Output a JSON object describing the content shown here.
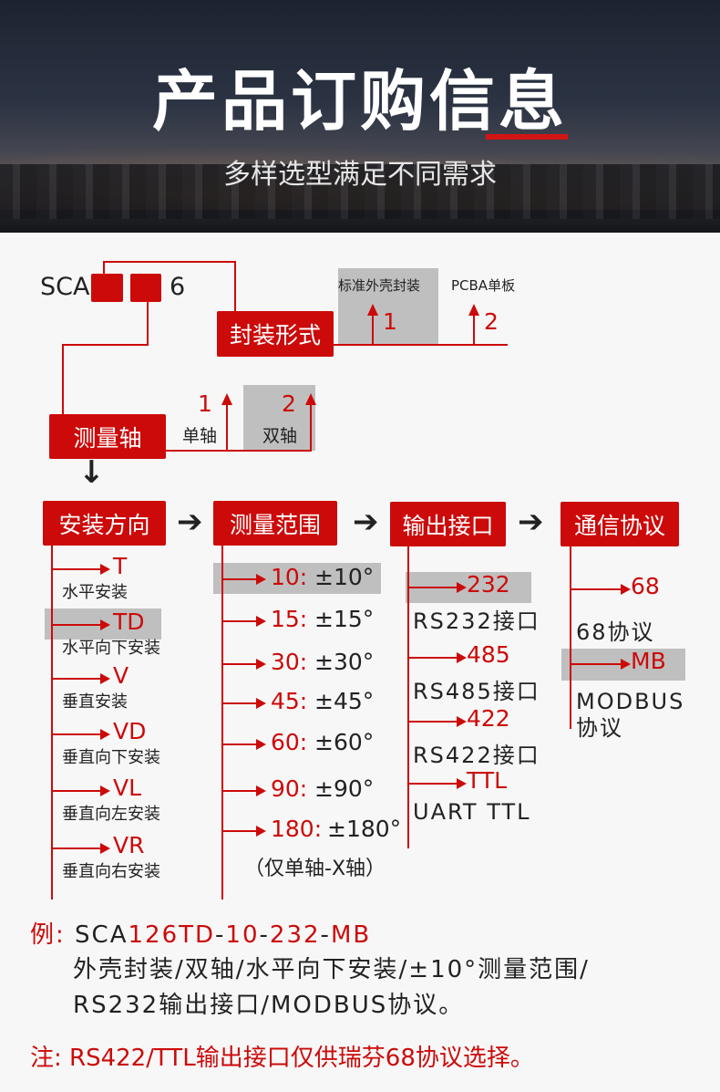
{
  "header": {
    "title": "产品订购信息",
    "subtitle": "多样选型满足不同需求"
  },
  "model": {
    "prefix": "SCA",
    "suffix": "6"
  },
  "package": {
    "label": "封装形式",
    "options": [
      {
        "code": "1",
        "desc": "标准外壳封装"
      },
      {
        "code": "2",
        "desc": "PCBA单板"
      }
    ]
  },
  "axis": {
    "label": "测量轴",
    "options": [
      {
        "code": "1",
        "desc": "单轴"
      },
      {
        "code": "2",
        "desc": "双轴"
      }
    ]
  },
  "mount": {
    "label": "安装方向",
    "items": [
      {
        "code": "T",
        "desc": "水平安装"
      },
      {
        "code": "TD",
        "desc": "水平向下安装"
      },
      {
        "code": "V",
        "desc": "垂直安装"
      },
      {
        "code": "VD",
        "desc": "垂直向下安装"
      },
      {
        "code": "VL",
        "desc": "垂直向左安装"
      },
      {
        "code": "VR",
        "desc": "垂直向右安装"
      }
    ]
  },
  "range": {
    "label": "测量范围",
    "items": [
      {
        "code": "10:",
        "desc": "±10°"
      },
      {
        "code": "15:",
        "desc": "±15°"
      },
      {
        "code": "30:",
        "desc": "±30°"
      },
      {
        "code": "45:",
        "desc": "±45°"
      },
      {
        "code": "60:",
        "desc": "±60°"
      },
      {
        "code": "90:",
        "desc": "±90°"
      },
      {
        "code": "180:",
        "desc": "±180°"
      }
    ],
    "note": "（仅单轴-X轴）"
  },
  "output": {
    "label": "输出接口",
    "items": [
      {
        "code": "232",
        "desc": "RS232接口"
      },
      {
        "code": "485",
        "desc": "RS485接口"
      },
      {
        "code": "422",
        "desc": "RS422接口"
      },
      {
        "code": "TTL",
        "desc": "UART TTL"
      }
    ]
  },
  "protocol": {
    "label": "通信协议",
    "items": [
      {
        "code": "68",
        "desc": "68协议"
      },
      {
        "code": "MB",
        "desc": "MODBUS 协议"
      }
    ]
  },
  "example": {
    "label": "例:",
    "parts": [
      "SCA",
      "126",
      "TD",
      "-",
      "10",
      "-",
      "232",
      "-",
      "MB"
    ],
    "line2": "外壳封装/双轴/水平向下安装/±10°测量范围/",
    "line3": "RS232输出接口/MODBUS协议。"
  },
  "note": {
    "label": "注:",
    "text": "RS422/TTL输出接口仅供瑞芬68协议选择。"
  },
  "colors": {
    "accent": "#cc0a0a",
    "highlight": "#bfbfbf"
  }
}
